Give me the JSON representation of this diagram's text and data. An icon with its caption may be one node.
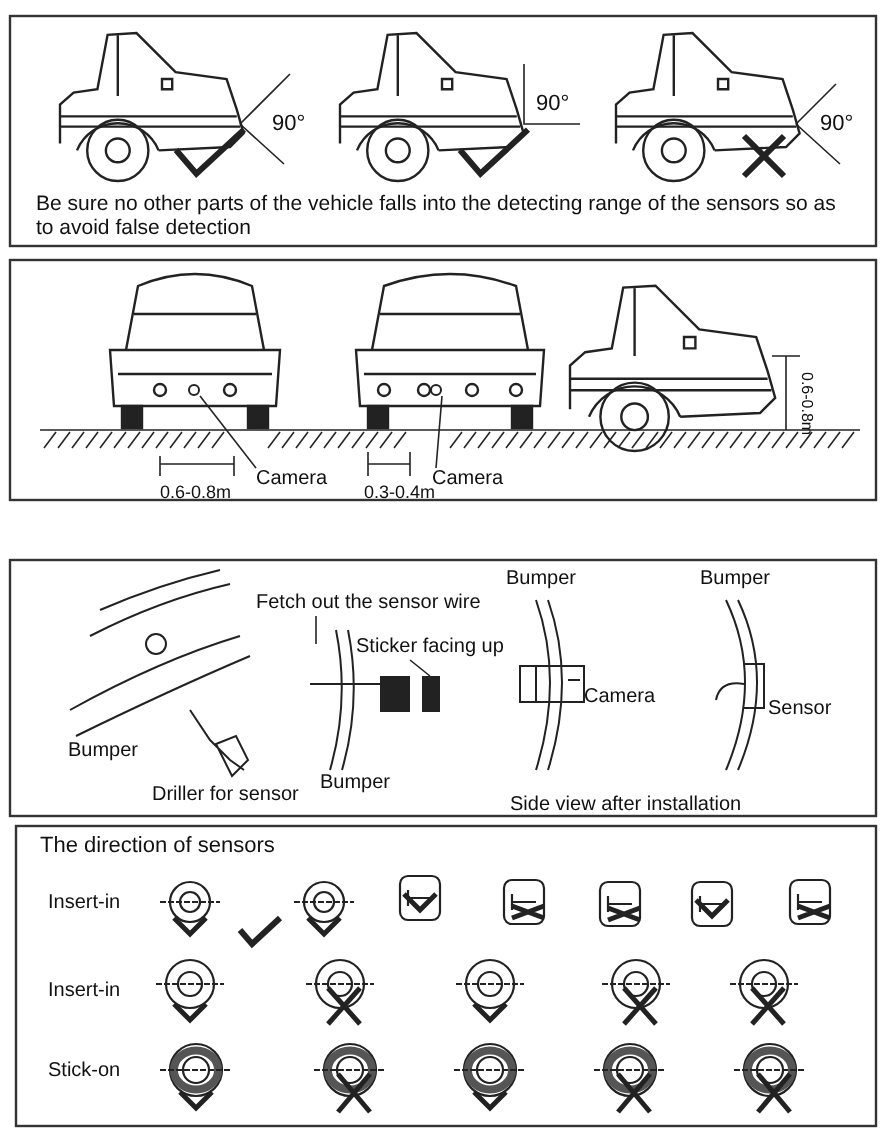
{
  "diagram": {
    "nodes": [
      {
        "text": [
          "Camera"
        ]
      },
      {
        "text": [
          "Camera"
        ]
      },
      {
        "text": [
          "Fetch out the sensor wire"
        ]
      },
      {
        "text": [
          "Sticker facing up"
        ]
      },
      {
        "text": [],
        "shape": "circle"
      },
      {
        "text": [],
        "shape": "circle"
      },
      {
        "text": [],
        "shape": "box"
      }
    ],
    "edges": [
      {
        "from": 0,
        "to": 4,
        "arrow": "none"
      },
      {
        "from": 1,
        "to": 5,
        "arrow": "none"
      },
      {
        "from": 2,
        "to": null,
        "arrow": "none"
      },
      {
        "from": 3,
        "to": 6,
        "arrow": "none"
      }
    ],
    "labels": [
      "90°",
      "90°",
      "90°",
      "Be sure no other parts of the vehicle falls into the detecting range of the sensors so as to avoid false detection",
      "0.6-0.8m",
      "0.3-0.4m",
      "0.6-0.8m",
      "Bumper",
      "Bumper",
      "Camera",
      "Sensor",
      "Bumper",
      "Driller for sensor",
      "Bumper",
      "Side view after installation",
      "The direction of sensors",
      "Insert-in",
      "Insert-in",
      "Stick-on"
    ]
  }
}
